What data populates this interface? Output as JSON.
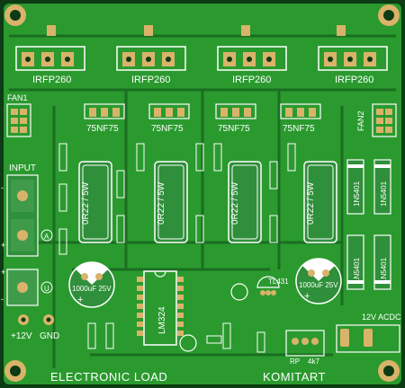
{
  "board": {
    "title": "ELECTRONIC LOAD",
    "brand": "KOMITART"
  },
  "mosfets": [
    "IRFP260",
    "IRFP260",
    "IRFP260",
    "IRFP260"
  ],
  "regulators": [
    "75NF75",
    "75NF75",
    "75NF75",
    "75NF75"
  ],
  "shunts": [
    "0R22 / 5W",
    "0R22 / 5W",
    "0R22 / 5W",
    "0R22 / 5W"
  ],
  "caps": {
    "left": "1000uF 25V",
    "right": "1000uF 25V"
  },
  "ic": {
    "opamp": "LM324",
    "ref": "TL431"
  },
  "diodes": [
    "1N5401",
    "1N5401",
    "1N5401",
    "1N5401"
  ],
  "connectors": {
    "fan1": "FAN1",
    "fan2": "FAN2",
    "input": "INPUT",
    "plus12": "+12V",
    "gnd": "GND",
    "acdc": "12V ACDC",
    "rp": "RP",
    "rp_val": "4k7"
  },
  "small_labels": {
    "a": "A",
    "u": "U",
    "plus": "+",
    "minus": "-"
  },
  "colors": {
    "substrate": "#0d3b14",
    "copper": "#2a9a2e",
    "copper_light": "#45b845",
    "pad": "#d9b36a",
    "silk": "#ffffff"
  }
}
